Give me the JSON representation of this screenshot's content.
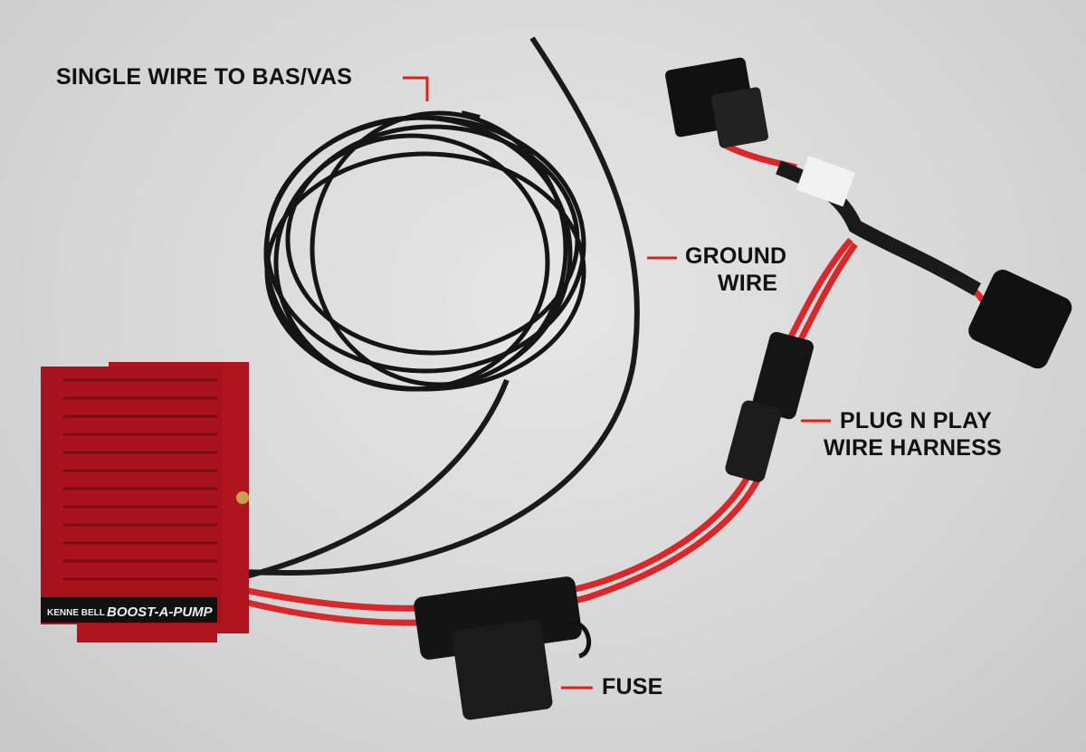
{
  "labels": {
    "single_wire": "SINGLE WIRE TO BAS/VAS",
    "ground_wire_1": "GROUND",
    "ground_wire_2": "WIRE",
    "harness_1": "PLUG N PLAY",
    "harness_2": "WIRE HARNESS",
    "fuse": "FUSE"
  },
  "device": {
    "brand": "KENNE BELL",
    "product": "BOOST-A-PUMP"
  },
  "colors": {
    "leader": "#e0201c",
    "device_red": "#a8121c",
    "wire_red": "#d8282c",
    "wire_black": "#1a1a1a",
    "background": "#d9d9d9"
  }
}
